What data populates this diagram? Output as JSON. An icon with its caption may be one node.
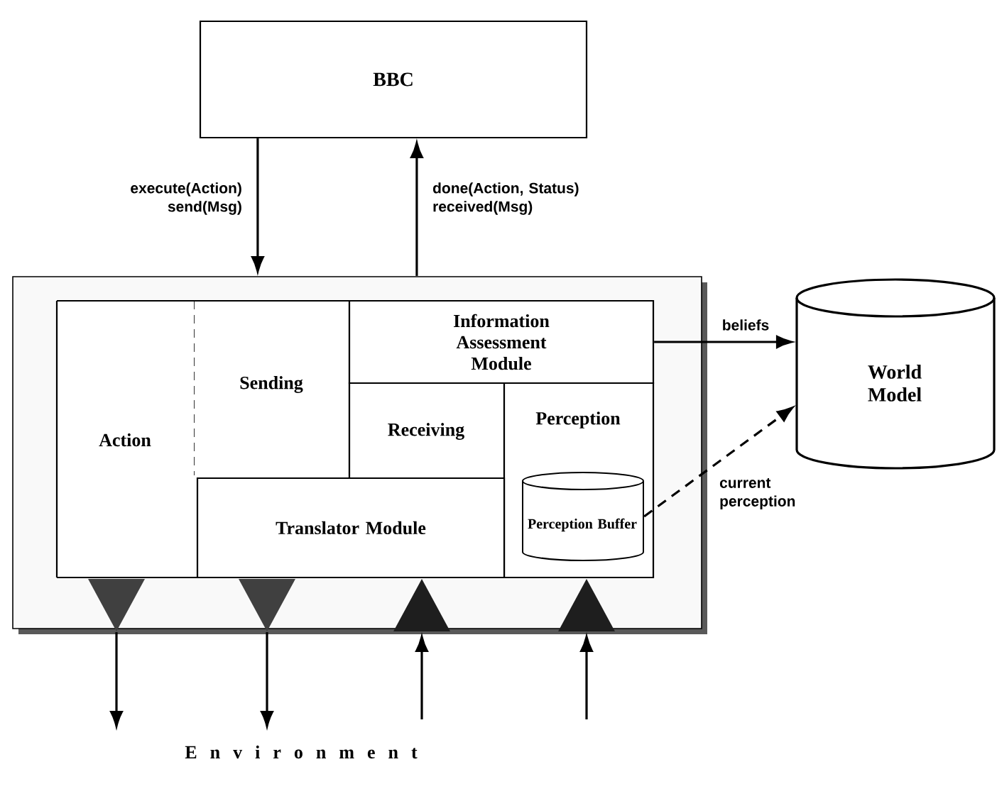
{
  "diagram": {
    "nodes": [
      {
        "text": [
          "BBC"
        ]
      },
      {
        "text": [],
        "shape": "box"
      },
      {
        "text": [
          "Action"
        ],
        "in": 1
      },
      {
        "text": [
          "Sending"
        ],
        "in": 1
      },
      {
        "text": [
          "Information Assessment Module"
        ],
        "in": 1
      },
      {
        "text": [
          "Receiving"
        ],
        "in": 1
      },
      {
        "text": [
          "Perception"
        ],
        "in": 1
      },
      {
        "text": [
          "Perception Buffer"
        ],
        "in": 6
      },
      {
        "text": [
          "Translator  Module"
        ],
        "in": 1
      },
      {
        "text": [
          "World Model"
        ]
      },
      {
        "text": [],
        "shape": "triangle",
        "in": 1
      },
      {
        "text": [],
        "shape": "triangle",
        "in": 1
      },
      {
        "text": [],
        "shape": "triangle",
        "in": 1
      },
      {
        "text": [],
        "shape": "triangle",
        "in": 1
      }
    ],
    "edges": [
      {
        "from": 0,
        "to": 1,
        "arrow": "to",
        "label": "execute(Action) send(Msg)"
      },
      {
        "from": 1,
        "to": 0,
        "arrow": "to",
        "label": "done(Action, Status) received(Msg)"
      },
      {
        "from": 4,
        "to": 9,
        "arrow": "to",
        "label": "beliefs"
      },
      {
        "from": 7,
        "to": 9,
        "arrow": "to",
        "label": "current perception",
        "style": "dashed"
      },
      {
        "from": 10,
        "to": null,
        "arrow": "to"
      },
      {
        "from": 11,
        "to": null,
        "arrow": "to"
      },
      {
        "from": null,
        "to": 12,
        "arrow": "to"
      },
      {
        "from": null,
        "to": 13,
        "arrow": "to"
      }
    ],
    "labels": [
      "E n v i r o n m e n t"
    ]
  }
}
